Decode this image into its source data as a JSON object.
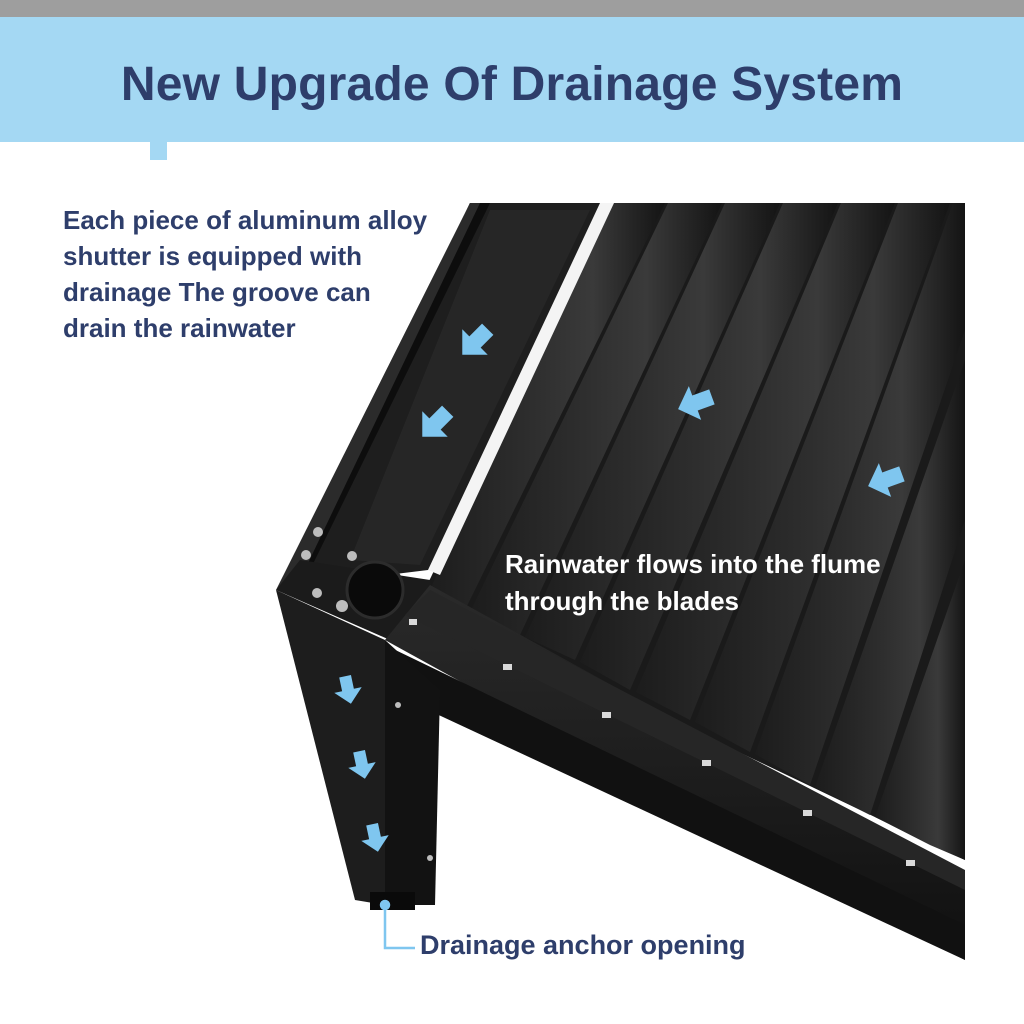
{
  "banner": {
    "title": "New Upgrade Of Drainage System",
    "color": "#a4d8f3",
    "text_color": "#2e3e6b"
  },
  "description": {
    "lines": [
      "Each piece of aluminum alloy",
      "shutter is equipped with",
      "drainage The groove can",
      "drain the rainwater"
    ]
  },
  "blades_caption": {
    "lines": [
      "Rainwater flows into the flume",
      "through the blades"
    ]
  },
  "anchor_caption": {
    "text": "Drainage anchor opening"
  },
  "illustration": {
    "subject": "black aluminum louvered pergola corner",
    "arrow_color": "#7fc6ef",
    "arrow_icons": [
      "arrow-down-left-icon",
      "arrow-left-icon",
      "arrow-down-icon"
    ]
  }
}
